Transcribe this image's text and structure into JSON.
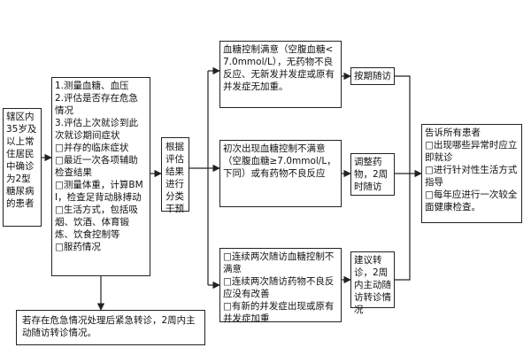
{
  "nodes": {
    "target_patients": "辖区内35岁及以上常住居民中确诊为2型糖尿病的患者",
    "assessment": "1.测量血糖、血压\n2.评估是否存在危急情况\n3.评估上次就诊到此次就诊期间症状\n□并存的临床症状\n□最近一次各项辅助检查结果\n□测量体重，计算BMI，检查足背动脉搏动\n□生活方式，包括吸烟、饮酒、体育锻炼、饮食控制等\n□服药情况",
    "emergency": "若存在危急情况处理后紧急转诊，2周内主动随访转诊情况。",
    "classify": "根据评估结果进行分类干预",
    "satisfied": "血糖控制满意（空腹血糖<7.0mmol/L），无药物不良反应、无新发并发症或原有并发症无加重。",
    "first_unsatisfied": "初次出现血糖控制不满意（空腹血糖≥7.0mmol/L，下同）或有药物不良反应",
    "repeated_unsatisfied": "□连续两次随访血糖控制不满意\n□连续两次随访药物不良反应没有改善\n□有新的并发症出现或原有并发症加重",
    "scheduled_followup": "按期随访",
    "adjust_medication": "调整药物，2周时随访",
    "referral": "建议转诊，2周内主动随访转诊情况",
    "tell_patients": "告诉所有患者\n□出现哪些异常时应立即就诊\n□进行针对性生活方式指导\n□每年应进行一次较全面健康检查。"
  }
}
